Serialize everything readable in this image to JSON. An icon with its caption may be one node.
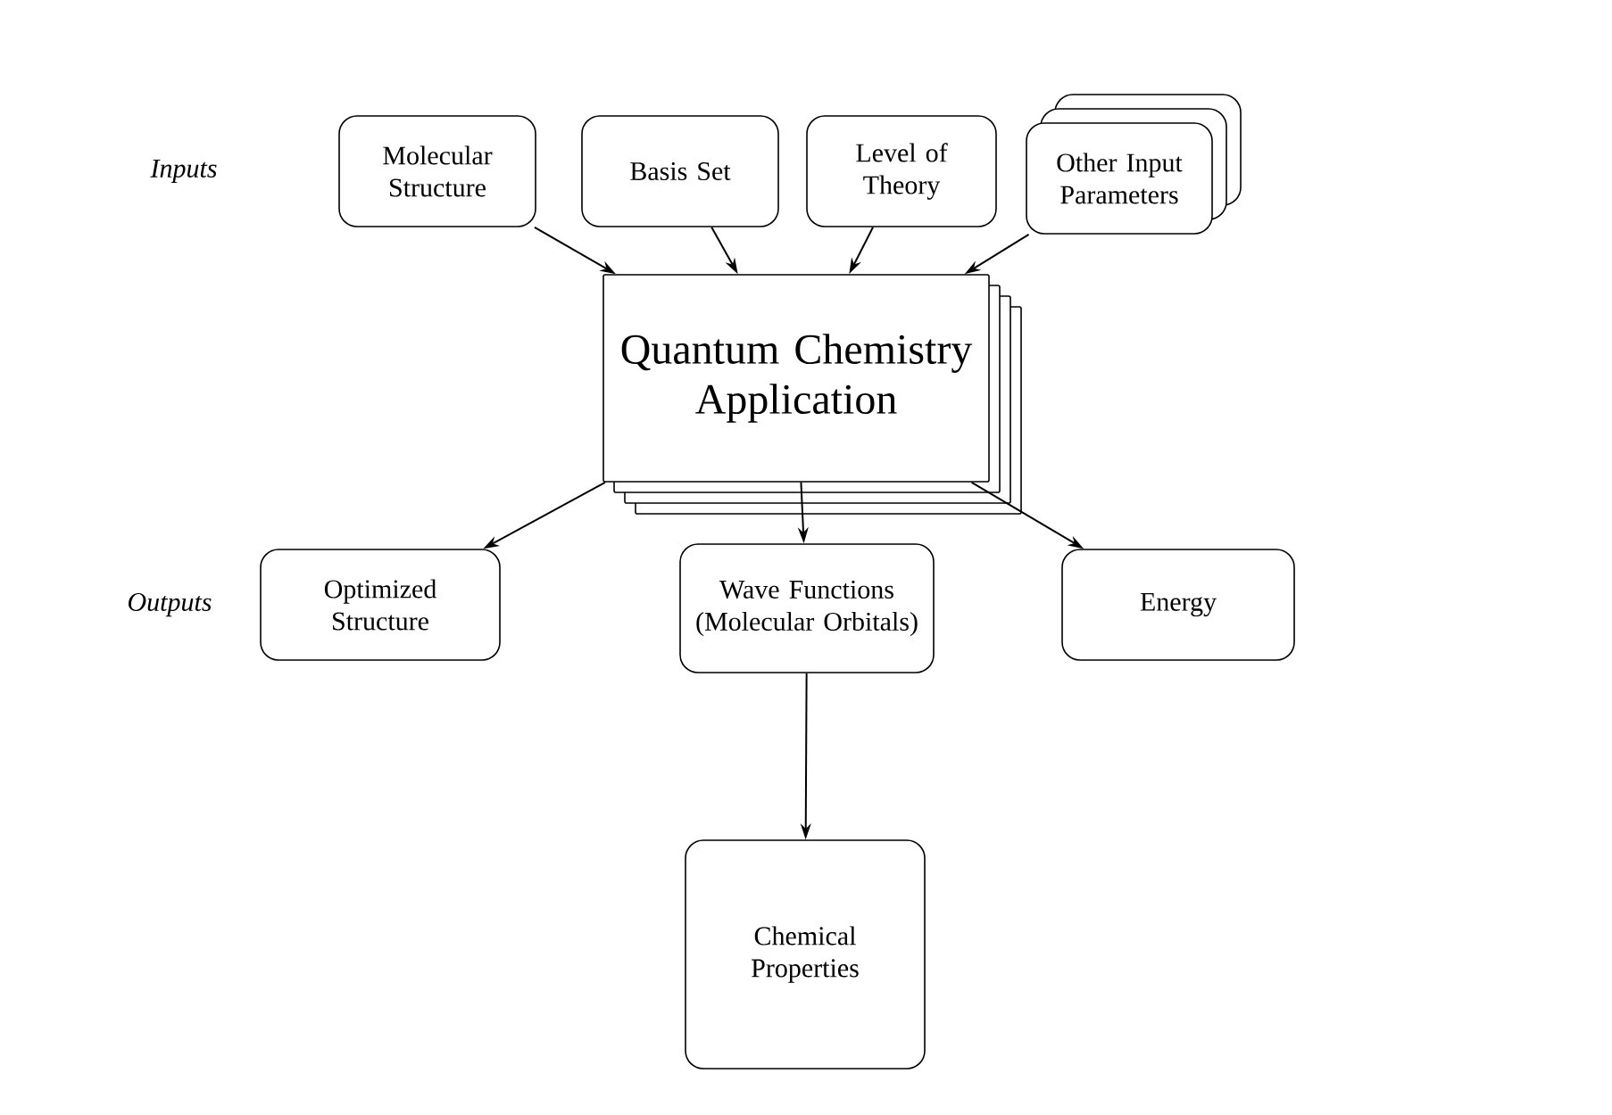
{
  "diagram": {
    "nodes": [
      {
        "text": [
          "Molecular Structure"
        ]
      },
      {
        "text": [
          "Basis Set"
        ]
      },
      {
        "text": [
          "Level of Theory"
        ]
      },
      {
        "text": [
          "Other Input Parameters"
        ]
      },
      {
        "text": [
          "Quantum Chemistry Application"
        ]
      },
      {
        "text": [
          "Optimized Structure"
        ]
      },
      {
        "text": [
          "Wave Functions (Molecular Orbitals)"
        ]
      },
      {
        "text": [
          "Energy"
        ]
      },
      {
        "text": [
          "Chemical Properties"
        ]
      }
    ],
    "edges": [
      {
        "from": 0,
        "to": 4,
        "arrow": "to"
      },
      {
        "from": 1,
        "to": 4,
        "arrow": "to"
      },
      {
        "from": 2,
        "to": 4,
        "arrow": "to"
      },
      {
        "from": 3,
        "to": 4,
        "arrow": "to"
      },
      {
        "from": 4,
        "to": 5,
        "arrow": "to"
      },
      {
        "from": 4,
        "to": 6,
        "arrow": "to"
      },
      {
        "from": 4,
        "to": 7,
        "arrow": "to"
      },
      {
        "from": 6,
        "to": 8,
        "arrow": "to"
      }
    ],
    "labels": [
      "Inputs",
      "Outputs"
    ]
  }
}
